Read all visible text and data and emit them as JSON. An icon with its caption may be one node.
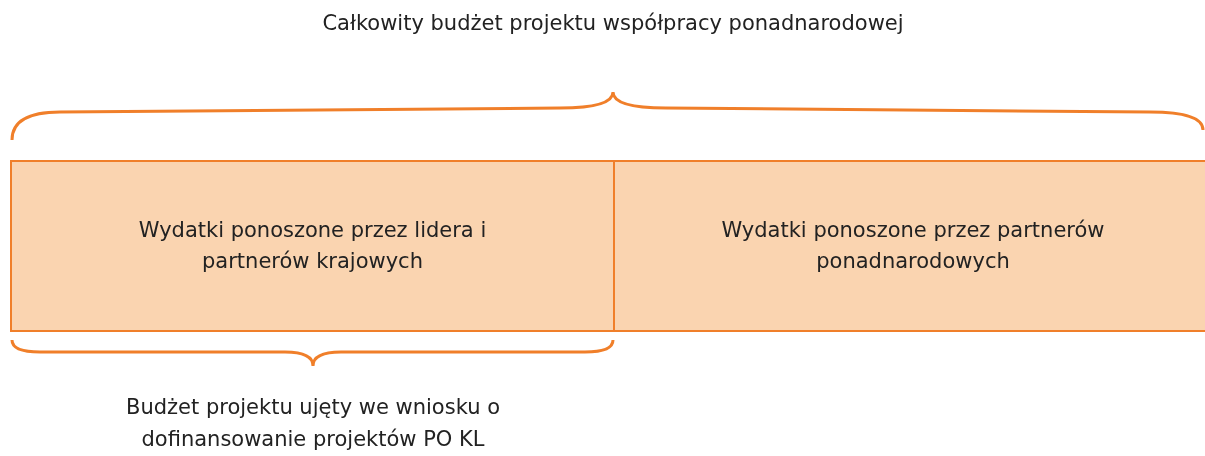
{
  "diagram": {
    "nodes": [
      {
        "text": [
          "Wydatki ponoszone przez lidera i partnerów krajowych"
        ]
      },
      {
        "text": [
          "Wydatki ponoszone przez partnerów ponadnarodowych"
        ]
      }
    ],
    "labels": [
      "Całkowity budżet projektu współpracy ponadnarodowej",
      "Budżet projektu ujęty we wniosku o dofinansowanie projektów PO KL"
    ]
  }
}
